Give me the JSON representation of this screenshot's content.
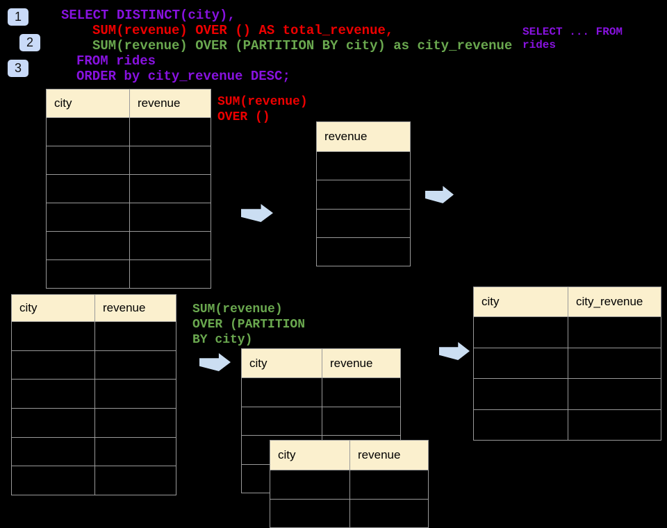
{
  "colors": {
    "bg": "#000000",
    "purple": "#8812E0",
    "red": "#EE0000",
    "green": "#6AA84F",
    "badge_bg": "#C9DAF8",
    "arrow": "#CBDEF2",
    "header_bg": "#FBF0CE",
    "border": "#9A9A9A"
  },
  "badges": [
    {
      "label": "1"
    },
    {
      "label": "2"
    },
    {
      "label": "3"
    }
  ],
  "code": {
    "lines": [
      {
        "text": "SELECT DISTINCT(city),",
        "color": "purple"
      },
      {
        "text": "SUM(revenue) OVER () AS total_revenue,",
        "color": "red"
      },
      {
        "text": "SUM(revenue) OVER (PARTITION BY city) as city_revenue",
        "color": "green"
      },
      {
        "text": "FROM rides",
        "color": "purple"
      },
      {
        "text": "ORDER by city_revenue DESC;",
        "color": "purple"
      }
    ]
  },
  "side_note": {
    "lines": [
      "SELECT ... FROM",
      "rides"
    ]
  },
  "labels": {
    "total_revenue": {
      "lines": [
        "SUM(revenue)",
        "OVER ()"
      ]
    },
    "partition": {
      "lines": [
        "SUM(revenue)",
        "OVER (PARTITION",
        "BY city)"
      ]
    }
  },
  "tables": {
    "rides_top": {
      "headers": [
        "city",
        "revenue"
      ],
      "rows": 6
    },
    "total_result": {
      "headers": [
        "revenue"
      ],
      "rows": 4
    },
    "rides_bottom": {
      "headers": [
        "city",
        "revenue"
      ],
      "rows": 6
    },
    "partition_step_a": {
      "headers": [
        "city",
        "revenue"
      ],
      "rows": 4
    },
    "partition_step_b": {
      "headers": [
        "city",
        "revenue"
      ],
      "rows": 2
    },
    "city_revenue_result": {
      "headers": [
        "city",
        "city_revenue"
      ],
      "rows": 4
    }
  }
}
